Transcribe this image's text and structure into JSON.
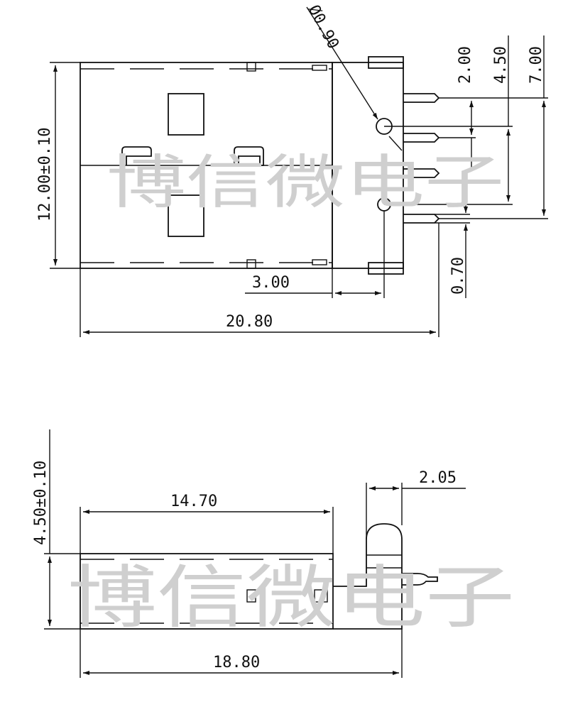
{
  "watermark": "博信微电子",
  "top_view": {
    "width_dim": "20.80",
    "height_dim": "12.00±0.10",
    "pin_offset_dim": "3.00",
    "hole_dim": "Ø0.90",
    "pitch_dims": [
      "2.00",
      "4.50",
      "7.00"
    ],
    "pin_width_dim": "0.70"
  },
  "side_view": {
    "length_dim": "18.80",
    "shell_length_dim": "14.70",
    "height_dim": "4.50±0.10",
    "lead_dim": "2.05"
  },
  "colors": {
    "line": "#111111",
    "watermark": "#cfcfcf"
  }
}
